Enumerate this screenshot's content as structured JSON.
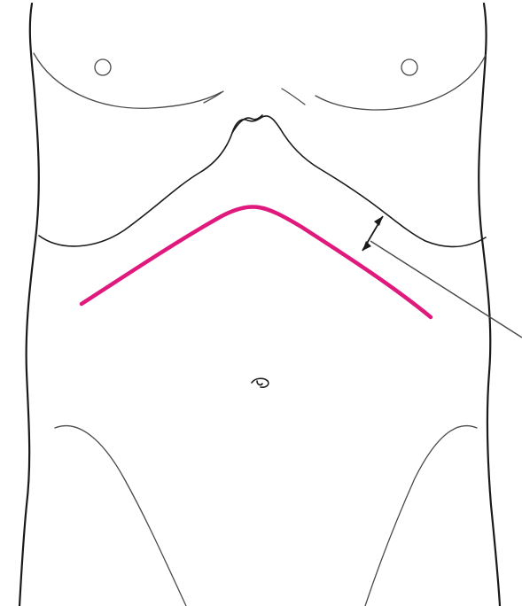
{
  "figure": {
    "colors": {
      "outline": "#1a1a1a",
      "fine_outline": "#4a4a4a",
      "incision": "#e0197d",
      "background": "#ffffff"
    },
    "parts": [
      "torso-outline",
      "nipples",
      "chest-contour",
      "costal-margin",
      "rooftop-incision",
      "distance-arrow",
      "leader-line",
      "umbilicus",
      "inguinal-lines"
    ]
  }
}
